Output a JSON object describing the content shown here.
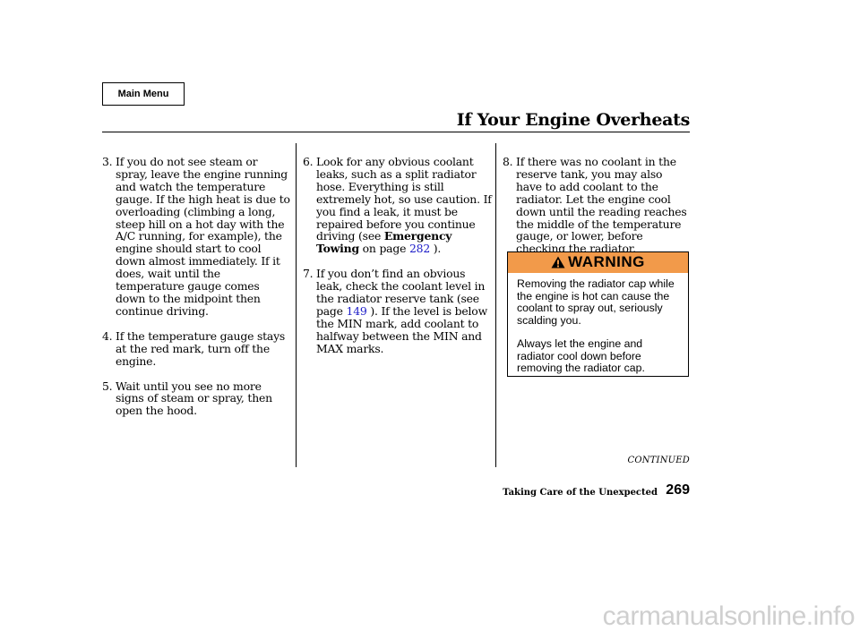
{
  "header": {
    "main_menu": "Main Menu",
    "title": "If Your Engine Overheats"
  },
  "col1": {
    "items": [
      {
        "num": "3.",
        "text": "If you do not see steam or spray, leave the engine running and watch the temperature gauge. If the high heat is due to overloading (climbing a long, steep hill on a hot day with the A/C running, for example), the engine should start to cool down almost immediately. If it does, wait until the temperature gauge comes down to the midpoint then continue driving."
      },
      {
        "num": "4.",
        "text": "If the temperature gauge stays at the red mark, turn off the engine."
      },
      {
        "num": "5.",
        "text": "Wait until you see no more signs of steam or spray, then open the hood."
      }
    ]
  },
  "col2": {
    "item6": {
      "num": "6.",
      "text_before": "Look for any obvious coolant leaks, such as a split radiator hose. Everything is still extremely hot, so use caution. If you find a leak, it must be repaired before you continue driving (see ",
      "bold": "Emergency Towing",
      "text_mid": " on page ",
      "link": "282",
      "text_after": " )."
    },
    "item7": {
      "num": "7.",
      "text_before": "If you don’t find an obvious leak, check the coolant level in the radiator reserve tank (see page ",
      "link": "149",
      "text_after": " ). If the level is below the MIN mark, add coolant to halfway between the MIN and MAX marks."
    }
  },
  "col3": {
    "item8": {
      "num": "8.",
      "text": "If there was no coolant in the reserve tank, you may also have to add coolant to the radiator. Let the engine cool down until the reading reaches the middle of the temperature gauge, or lower, before checking the radiator."
    },
    "warning": {
      "label": "WARNING",
      "paragraphs": [
        "Removing the radiator cap while the engine is hot can cause the coolant to spray out, seriously scalding you.",
        "Always let the engine and radiator cool down before removing the radiator cap."
      ]
    }
  },
  "footer": {
    "continued": "CONTINUED",
    "section": "Taking Care of the Unexpected",
    "page_number": "269"
  },
  "watermark": "carmanualsonline.info",
  "colors": {
    "warning_bg": "#f29a4a",
    "link": "#1c1cc8"
  }
}
